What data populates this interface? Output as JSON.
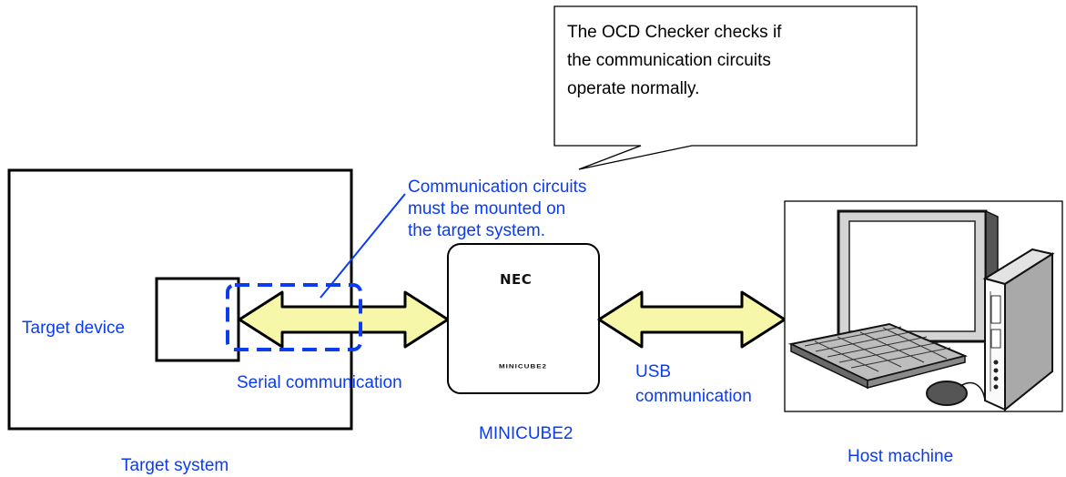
{
  "callout": {
    "lines": [
      "The  OCD  Checker checks if",
      "the  communication circuits",
      "operate normally."
    ]
  },
  "annotation": {
    "lines": [
      "Communication circuits",
      "must be mounted on",
      "the target system."
    ]
  },
  "labels": {
    "target_device": "Target device",
    "serial_communication": "Serial communication",
    "usb_line1": "USB",
    "usb_line2": "communication",
    "minicube": "MINICUBE2",
    "target_system": "Target system",
    "host_machine": "Host machine"
  },
  "device": {
    "brand": "NEC",
    "model": "MINICUBE2"
  },
  "colors": {
    "label_text": "#0b3cf0",
    "arrow_fill": "#f6f7a8",
    "dashed_box": "#0b3cf0",
    "outline": "#000000"
  }
}
